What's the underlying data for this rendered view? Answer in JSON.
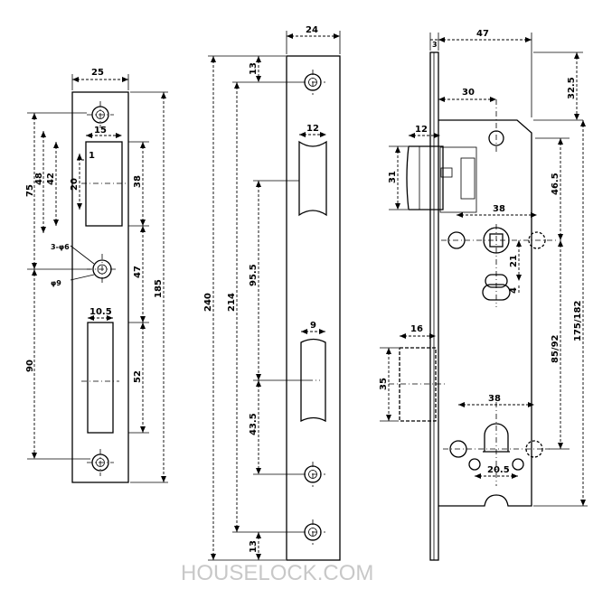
{
  "watermark": "HOUSELOCK.COM",
  "strike_plate": {
    "dims": [
      "25",
      "15",
      "1",
      "20",
      "48",
      "42",
      "75",
      "38",
      "3-φ6",
      "φ9",
      "47",
      "185",
      "10.5",
      "52",
      "90"
    ]
  },
  "faceplate": {
    "dims": [
      "24",
      "13",
      "12",
      "95.5",
      "214",
      "240",
      "9",
      "43.5",
      "13"
    ]
  },
  "lock_body": {
    "dims": [
      "3",
      "47",
      "30",
      "32.5",
      "12",
      "31",
      "46.5",
      "38",
      "21",
      "4",
      "16",
      "35",
      "85/92",
      "175/182",
      "38",
      "20.5"
    ]
  }
}
